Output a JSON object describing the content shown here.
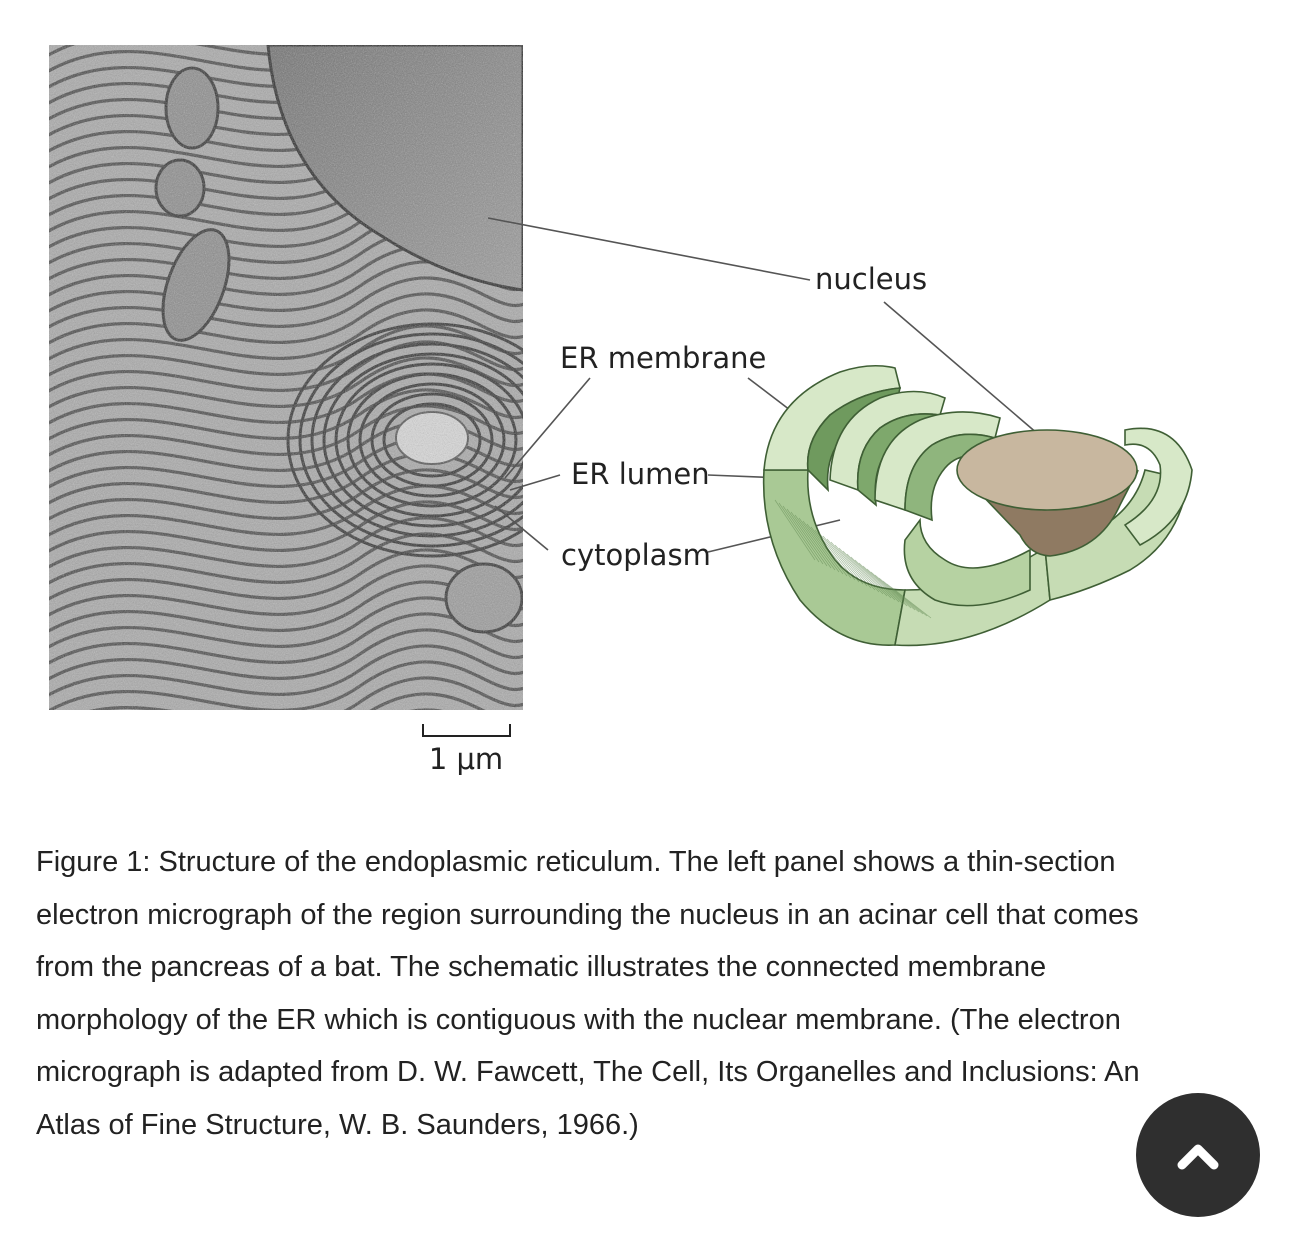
{
  "figure": {
    "labels": {
      "nucleus": "nucleus",
      "er_membrane": "ER membrane",
      "er_lumen": "ER lumen",
      "cytoplasm": "cytoplasm"
    },
    "scale_bar": "1 μm",
    "colors": {
      "er_green_light": "#d7e8c8",
      "er_green_mid": "#a9c995",
      "er_green_dark": "#6f9a5e",
      "nucleus_top": "#c8b79f",
      "nucleus_side": "#8f7a62",
      "micrograph_gray": "#8a8a8a"
    }
  },
  "caption": "Figure 1: Structure of the endoplasmic reticulum. The left panel shows a thin-section electron micrograph of the region surrounding the nucleus in an acinar cell that comes from the pancreas of a bat. The schematic illustrates the connected membrane morphology of the ER which is contiguous with the nuclear membrane. (The electron micrograph is adapted from D. W. Fawcett, The Cell, Its Organelles and Inclusions: An Atlas of Fine Structure, W. B. Saunders, 1966.)",
  "scroll_top": {
    "icon": "chevron-up-icon"
  }
}
